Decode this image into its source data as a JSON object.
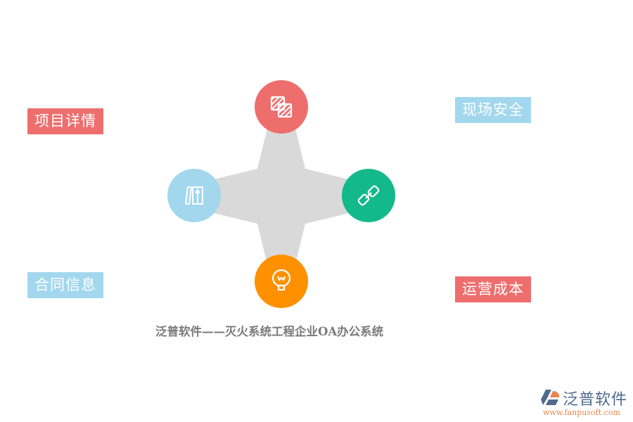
{
  "diagram": {
    "caption": "泛普软件——灭火系统工程企业OA办公系统",
    "connector_color": "#d9d9d9",
    "nodes": [
      {
        "id": "top",
        "icon": "stripes-squares-icon",
        "color": "#ee6e6e"
      },
      {
        "id": "left",
        "icon": "books-icon",
        "color": "#a2d7ee"
      },
      {
        "id": "right",
        "icon": "chain-link-icon",
        "color": "#13b98b"
      },
      {
        "id": "bottom",
        "icon": "lightbulb-icon",
        "color": "#ff9100"
      }
    ],
    "labels": [
      {
        "text": "项目详情",
        "color": "#ee6e6e"
      },
      {
        "text": "现场安全",
        "color": "#a2d7ee"
      },
      {
        "text": "合同信息",
        "color": "#a2d7ee"
      },
      {
        "text": "运营成本",
        "color": "#ee6e6e"
      }
    ]
  },
  "logo": {
    "name": "泛普软件",
    "url": "www.fanpusoft.com"
  }
}
